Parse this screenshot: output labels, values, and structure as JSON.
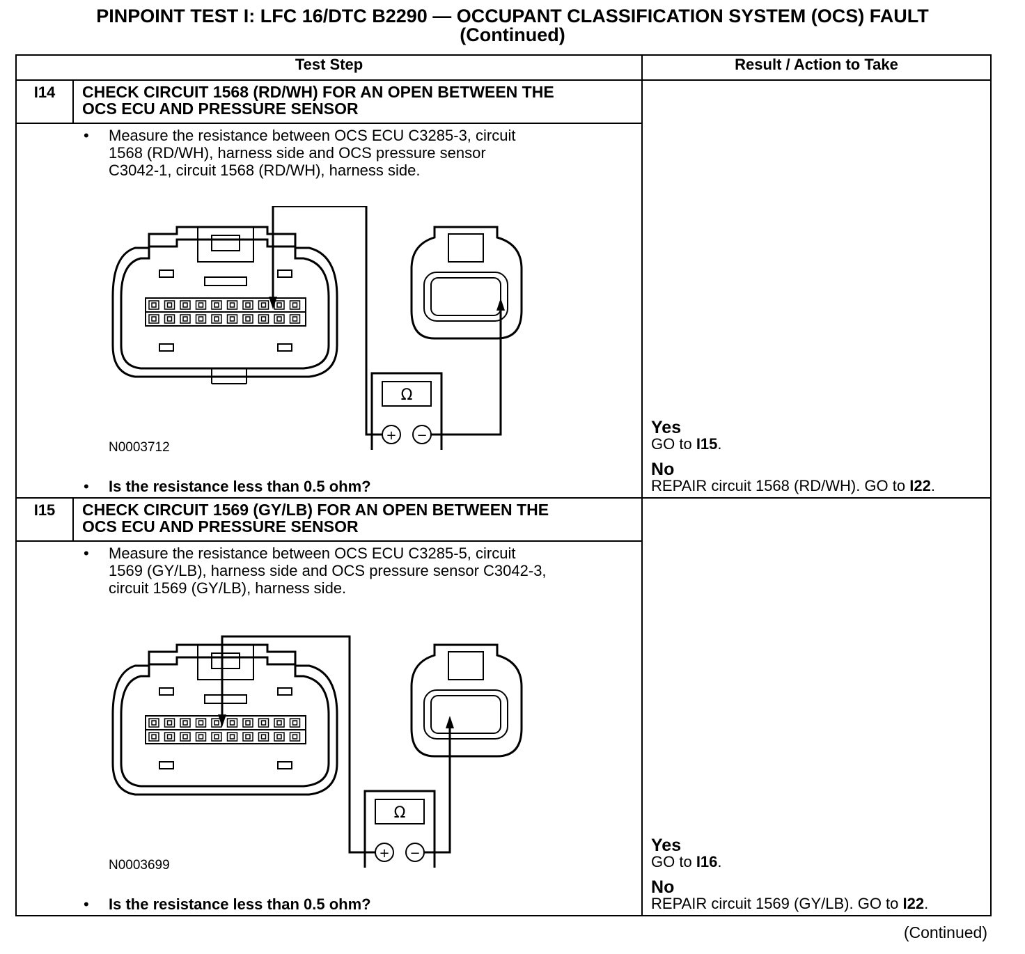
{
  "title": {
    "line1": "PINPOINT TEST I: LFC 16/DTC B2290 — OCCUPANT CLASSIFICATION SYSTEM (OCS) FAULT",
    "line2": "(Continued)"
  },
  "table": {
    "col_test_step": "Test Step",
    "col_result": "Result / Action to Take"
  },
  "steps": [
    {
      "id": "I14",
      "name_line1": "CHECK CIRCUIT 1568 (RD/WH) FOR AN OPEN BETWEEN THE",
      "name_line2": "OCS ECU AND PRESSURE SENSOR",
      "instruction_line1": "Measure the resistance between OCS ECU C3285-3, circuit",
      "instruction_line2": "1568 (RD/WH), harness side and OCS pressure sensor",
      "instruction_line3": "C3042-1, circuit 1568 (RD/WH), harness side.",
      "figure_id": "N0003712",
      "question": "Is the resistance less than 0.5 ohm?",
      "yes_label": "Yes",
      "yes_text": "GO to ",
      "yes_target": "I15",
      "yes_end": ".",
      "no_label": "No",
      "no_text": "REPAIR circuit 1568 (RD/WH). GO to ",
      "no_target": "I22",
      "no_end": "."
    },
    {
      "id": "I15",
      "name_line1": "CHECK CIRCUIT 1569 (GY/LB) FOR AN OPEN BETWEEN THE",
      "name_line2": "OCS ECU AND PRESSURE SENSOR",
      "instruction_line1": "Measure the resistance between OCS ECU C3285-5, circuit",
      "instruction_line2": "1569 (GY/LB), harness side and OCS pressure sensor C3042-3,",
      "instruction_line3": "circuit 1569 (GY/LB), harness side.",
      "figure_id": "N0003699",
      "question": "Is the resistance less than 0.5 ohm?",
      "yes_label": "Yes",
      "yes_text": "GO to ",
      "yes_target": "I16",
      "yes_end": ".",
      "no_label": "No",
      "no_text": "REPAIR circuit 1569 (GY/LB). GO to ",
      "no_target": "I22",
      "no_end": "."
    }
  ],
  "meter": {
    "symbol": "Ω",
    "plus": "+",
    "minus": "−"
  },
  "footer": "(Continued)"
}
